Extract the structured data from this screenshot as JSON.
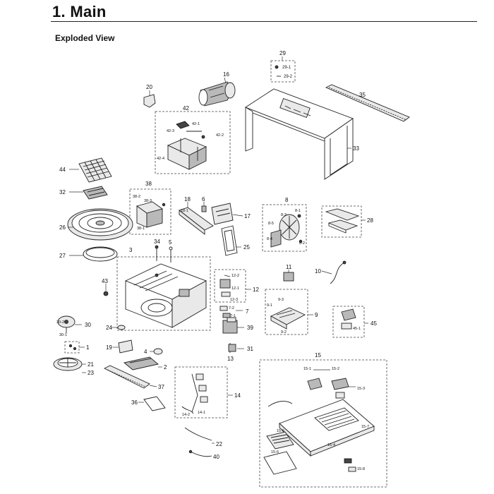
{
  "header": {
    "title": "1. Main",
    "section": "Exploded View"
  },
  "callouts": [
    {
      "id": "c29",
      "text": "29"
    },
    {
      "id": "c29-1",
      "text": "29-1"
    },
    {
      "id": "c29-2",
      "text": "29-2"
    },
    {
      "id": "c16",
      "text": "16"
    },
    {
      "id": "c35",
      "text": "35"
    },
    {
      "id": "c20",
      "text": "20"
    },
    {
      "id": "c42",
      "text": "42"
    },
    {
      "id": "c42-1",
      "text": "42-1"
    },
    {
      "id": "c42-3",
      "text": "42-3"
    },
    {
      "id": "c42-2",
      "text": "42-2"
    },
    {
      "id": "c42-4",
      "text": "42-4"
    },
    {
      "id": "c33",
      "text": "33"
    },
    {
      "id": "c44",
      "text": "44"
    },
    {
      "id": "c38",
      "text": "38"
    },
    {
      "id": "c38-2",
      "text": "38-2"
    },
    {
      "id": "c38-3",
      "text": "38-3"
    },
    {
      "id": "c38-1",
      "text": "38-1"
    },
    {
      "id": "c32",
      "text": "32"
    },
    {
      "id": "c18",
      "text": "18"
    },
    {
      "id": "c18-1",
      "text": "18-1"
    },
    {
      "id": "c6",
      "text": "6"
    },
    {
      "id": "c17",
      "text": "17"
    },
    {
      "id": "c8",
      "text": "8"
    },
    {
      "id": "c8-3",
      "text": "8-3"
    },
    {
      "id": "c8-1",
      "text": "8-1"
    },
    {
      "id": "c8-5",
      "text": "8-5"
    },
    {
      "id": "c8-4",
      "text": "8-4"
    },
    {
      "id": "c8-2",
      "text": "8-2"
    },
    {
      "id": "c28",
      "text": "28"
    },
    {
      "id": "c26",
      "text": "26"
    },
    {
      "id": "c25",
      "text": "25"
    },
    {
      "id": "c27",
      "text": "27"
    },
    {
      "id": "c3",
      "text": "3"
    },
    {
      "id": "c34",
      "text": "34"
    },
    {
      "id": "c5",
      "text": "5"
    },
    {
      "id": "c11",
      "text": "11"
    },
    {
      "id": "c10",
      "text": "10"
    },
    {
      "id": "c12-2",
      "text": "12-2"
    },
    {
      "id": "c12-1",
      "text": "12-1"
    },
    {
      "id": "c12",
      "text": "12"
    },
    {
      "id": "c12-3",
      "text": "12-3"
    },
    {
      "id": "c43",
      "text": "43"
    },
    {
      "id": "c9-3",
      "text": "9-3"
    },
    {
      "id": "c9-1",
      "text": "9-1"
    },
    {
      "id": "c9",
      "text": "9"
    },
    {
      "id": "c9-2",
      "text": "9-2"
    },
    {
      "id": "c7-2",
      "text": "7-2"
    },
    {
      "id": "c7-1",
      "text": "7-1"
    },
    {
      "id": "c7",
      "text": "7"
    },
    {
      "id": "c45",
      "text": "45"
    },
    {
      "id": "c45-1",
      "text": "45-1"
    },
    {
      "id": "c39",
      "text": "39"
    },
    {
      "id": "c30-2",
      "text": "30-2"
    },
    {
      "id": "c30",
      "text": "30"
    },
    {
      "id": "c30-1",
      "text": "30-1"
    },
    {
      "id": "c24",
      "text": "24"
    },
    {
      "id": "c1",
      "text": "1"
    },
    {
      "id": "c19",
      "text": "19"
    },
    {
      "id": "c4",
      "text": "4"
    },
    {
      "id": "c31",
      "text": "31"
    },
    {
      "id": "c13",
      "text": "13"
    },
    {
      "id": "c21",
      "text": "21"
    },
    {
      "id": "c23",
      "text": "23"
    },
    {
      "id": "c2",
      "text": "2"
    },
    {
      "id": "c15",
      "text": "15"
    },
    {
      "id": "c15-1",
      "text": "15-1"
    },
    {
      "id": "c15-2",
      "text": "15-2"
    },
    {
      "id": "c14",
      "text": "14"
    },
    {
      "id": "c37",
      "text": "37"
    },
    {
      "id": "c14-2",
      "text": "14-2"
    },
    {
      "id": "c14-1",
      "text": "14-1"
    },
    {
      "id": "c36",
      "text": "36"
    },
    {
      "id": "c15-3",
      "text": "15-3"
    },
    {
      "id": "c15-7",
      "text": "15-7"
    },
    {
      "id": "c15-5",
      "text": "15-5"
    },
    {
      "id": "c15-4",
      "text": "15-4"
    },
    {
      "id": "c15-6",
      "text": "15-6"
    },
    {
      "id": "c15-8",
      "text": "15-8"
    },
    {
      "id": "c22",
      "text": "22"
    },
    {
      "id": "c40",
      "text": "40"
    }
  ]
}
